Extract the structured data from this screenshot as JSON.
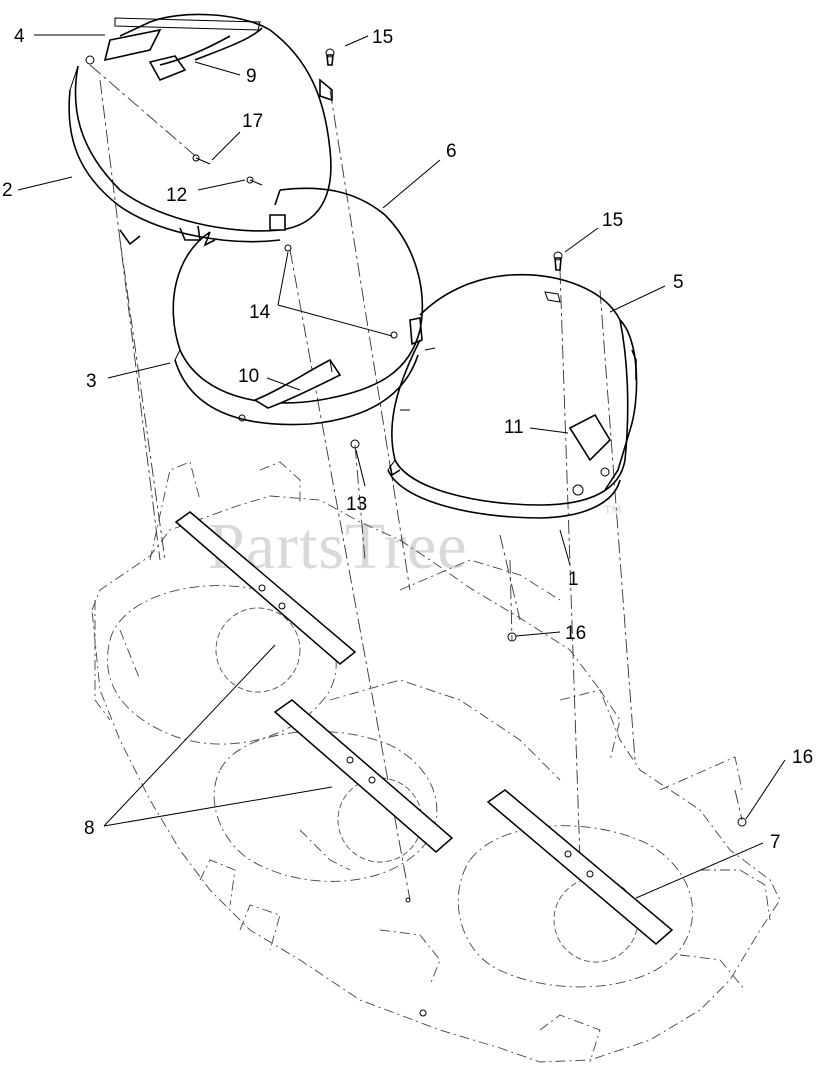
{
  "callouts": [
    {
      "id": "c1",
      "label": "1"
    },
    {
      "id": "c2",
      "label": "2"
    },
    {
      "id": "c3",
      "label": "3"
    },
    {
      "id": "c4",
      "label": "4"
    },
    {
      "id": "c5",
      "label": "5"
    },
    {
      "id": "c6",
      "label": "6"
    },
    {
      "id": "c7",
      "label": "7"
    },
    {
      "id": "c8",
      "label": "8"
    },
    {
      "id": "c9",
      "label": "9"
    },
    {
      "id": "c10",
      "label": "10"
    },
    {
      "id": "c11",
      "label": "11"
    },
    {
      "id": "c12",
      "label": "12"
    },
    {
      "id": "c13",
      "label": "13"
    },
    {
      "id": "c14",
      "label": "14"
    },
    {
      "id": "c15a",
      "label": "15"
    },
    {
      "id": "c15b",
      "label": "15"
    },
    {
      "id": "c16a",
      "label": "16"
    },
    {
      "id": "c16b",
      "label": "16"
    },
    {
      "id": "c17",
      "label": "17"
    }
  ],
  "watermark": {
    "text": "PartsTree",
    "trademark": "TM"
  }
}
